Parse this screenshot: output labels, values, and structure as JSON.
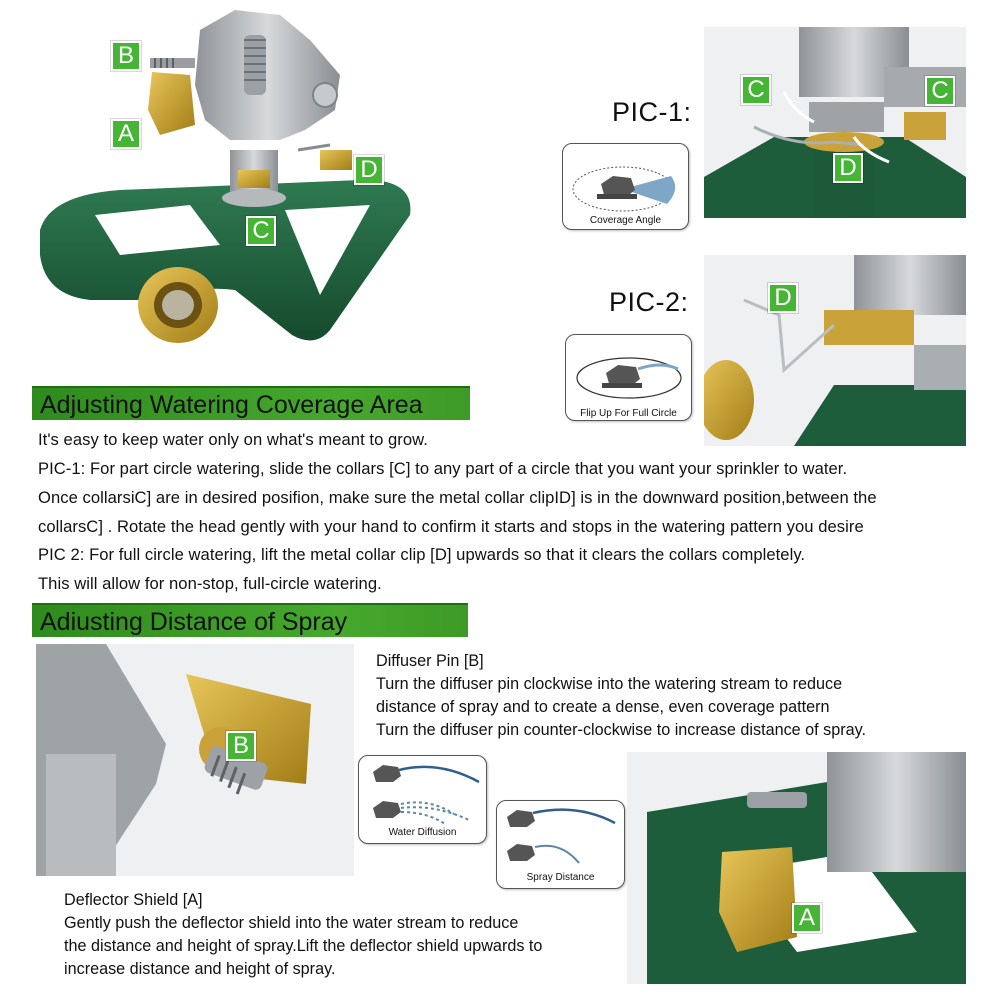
{
  "labels": {
    "a": "A",
    "b": "B",
    "c": "C",
    "d": "D"
  },
  "pics": {
    "pic1": "PIC-1:",
    "pic2": "PIC-2:"
  },
  "insets": {
    "coverage_angle": "Coverage Angle",
    "flip_up": "Flip Up For Full Circle",
    "water_diffusion": "Water Diffusion",
    "spray_distance": "Spray Distance"
  },
  "coverage_section": {
    "title": "Adjusting Watering Coverage Area",
    "lines": [
      "It's easy to keep water only on what's meant to grow.",
      "PIC-1: For part circle watering, slide the collars [C] to any part of a circle that you want your sprinkler to water.",
      "Once collarsiC] are in desired posifion, make sure the metal collar clipID] is in the downward position,between the",
      "collarsC] . Rotate the head gently with your hand to confirm it starts and stops in the watering pattern you desire",
      "PIC 2: For full circle watering, lift the metal collar clip [D] upwards so that it clears the collars completely.",
      "This will allow for non-stop, full-circle watering."
    ]
  },
  "distance_section": {
    "title": "Adiusting Distance of Spray",
    "diffuser": {
      "heading": "Diffuser Pin [B]",
      "lines": [
        "Turn the diffuser pin clockwise into the watering stream to reduce",
        "distance of spray and to create a dense, even coverage pattern",
        "Turn the diffuser pin counter-clockwise to increase distance of spray."
      ]
    },
    "deflector": {
      "heading": "Deflector Shield [A]",
      "lines": [
        "Gently push the deflector shield into the water stream to reduce",
        "the distance and height of spray.Lift the deflector shield upwards to",
        "increase distance and height of spray."
      ]
    }
  },
  "colors": {
    "badge_green": "#46b535",
    "header_green": "#3e9a26",
    "base_green": "#1f5e3a",
    "brass": "#c9a227",
    "metal": "#a9acaf"
  }
}
